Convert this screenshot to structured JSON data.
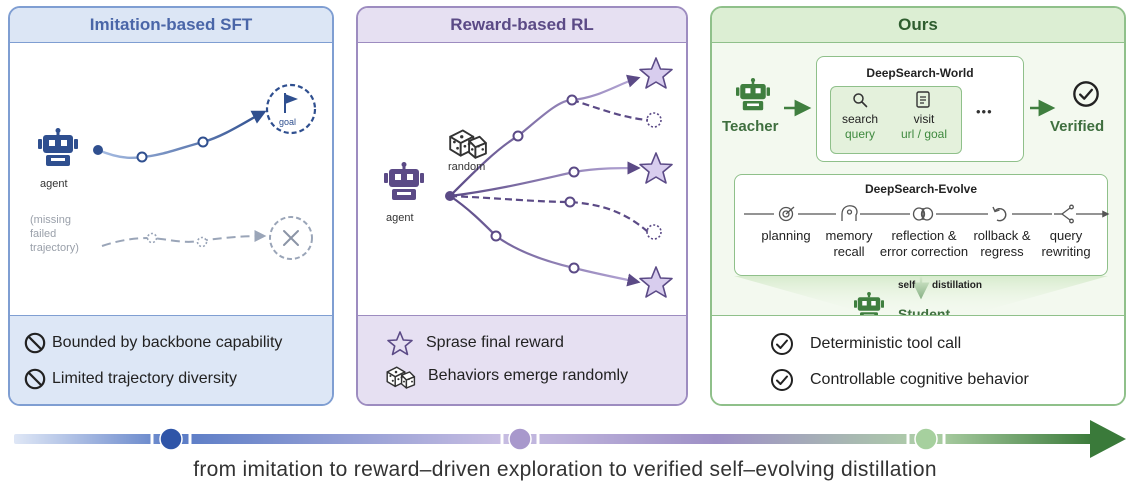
{
  "panels": {
    "sft": {
      "title": "Imitation-based SFT",
      "agent_label": "agent",
      "goal_label": "goal",
      "missing_label": [
        "(missing",
        "failed",
        "trajectory)"
      ],
      "footer": [
        "Bounded by backbone capability",
        "Limited trajectory diversity"
      ]
    },
    "rl": {
      "title": "Reward-based RL",
      "agent_label": "agent",
      "random_label": "random",
      "footer": [
        "Sprase final reward",
        "Behaviors emerge randomly"
      ]
    },
    "ours": {
      "title": "Ours",
      "teacher_label": "Teacher",
      "verified_label": "Verified",
      "world_title": "DeepSearch-World",
      "search_label": "search",
      "search_sub": "query",
      "visit_label": "visit",
      "visit_sub": "url / goal",
      "ellipsis": "•••",
      "evolve_title": "DeepSearch-Evolve",
      "behaviors": [
        {
          "line1": "planning",
          "line2": ""
        },
        {
          "line1": "memory",
          "line2": "recall"
        },
        {
          "line1": "reflection &",
          "line2": "error correction"
        },
        {
          "line1": "rollback &",
          "line2": "regress"
        },
        {
          "line1": "query",
          "line2": "rewriting"
        }
      ],
      "self_label": "self",
      "distill_label": "distillation",
      "student_label": "Student",
      "footer": [
        "Deterministic tool call",
        "Controllable cognitive behavior"
      ]
    }
  },
  "caption": "from imitation to reward–driven exploration to verified self–evolving distillation",
  "colors": {
    "sft": "#4a66a8",
    "rl": "#5b4a86",
    "ours": "#3f7f3f"
  }
}
